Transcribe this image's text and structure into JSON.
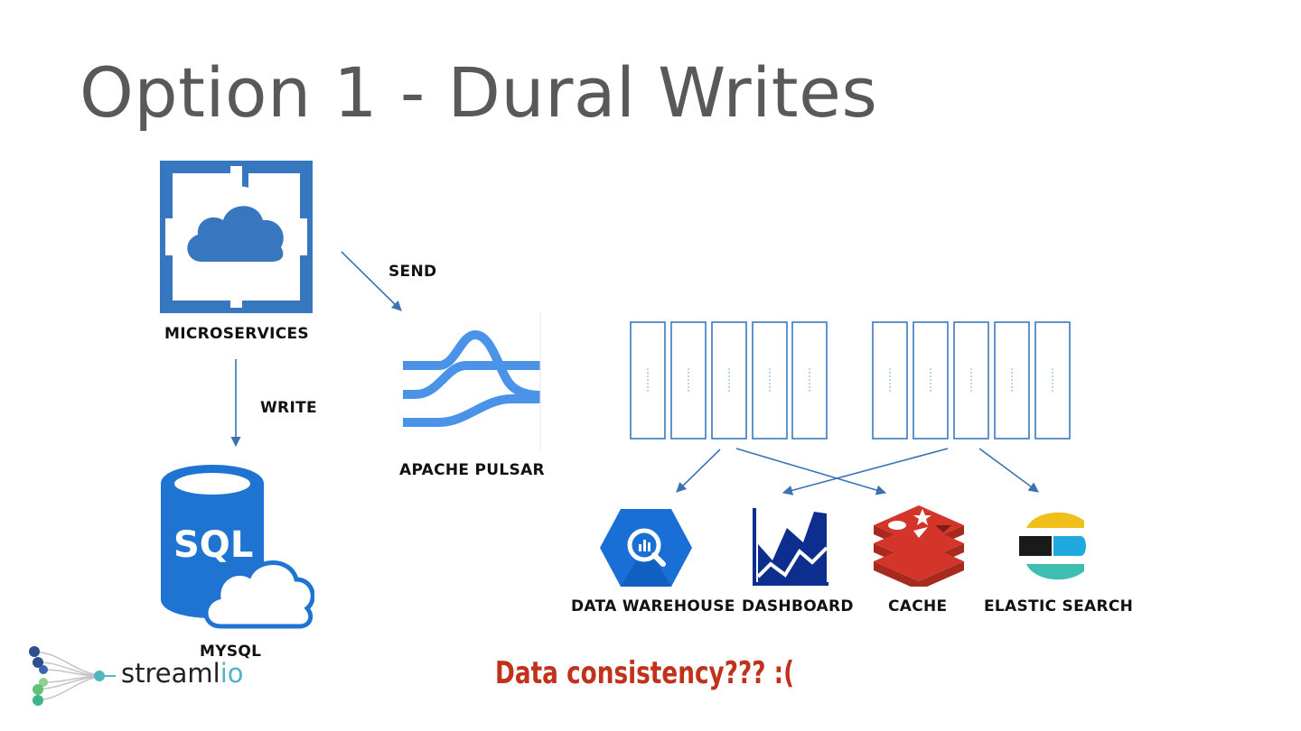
{
  "slide": {
    "title": "Option 1 - Dural Writes",
    "warning": "Data consistency??? :("
  },
  "nodes": {
    "microservices": {
      "label": "MICROSERVICES",
      "icon": "azure-service-fabric-icon"
    },
    "mysql": {
      "label": "MYSQL",
      "icon": "sql-database-cloud-icon",
      "icon_text": "SQL"
    },
    "pulsar": {
      "label": "APACHE PULSAR",
      "icon": "apache-pulsar-logo"
    },
    "data_warehouse": {
      "label": "DATA WAREHOUSE",
      "icon": "bigquery-icon"
    },
    "dashboard": {
      "label": "DASHBOARD",
      "icon": "area-chart-icon"
    },
    "cache": {
      "label": "CACHE",
      "icon": "redis-icon"
    },
    "elastic_search": {
      "label": "ELASTIC SEARCH",
      "icon": "elasticsearch-icon"
    }
  },
  "edges": {
    "send": "SEND",
    "write": "WRITE"
  },
  "partitions": {
    "group_count": 2,
    "per_group": 5
  },
  "branding": {
    "name_prefix": "streaml",
    "name_suffix": "io"
  },
  "colors": {
    "arrow": "#3b72b4",
    "azure_blue": "#3777c0",
    "partition_stroke": "#3a78c0",
    "pulsar_blue": "#4a93e8",
    "redis_red": "#d4352b",
    "warning_red": "#c0321a",
    "title_gray": "#595959"
  }
}
